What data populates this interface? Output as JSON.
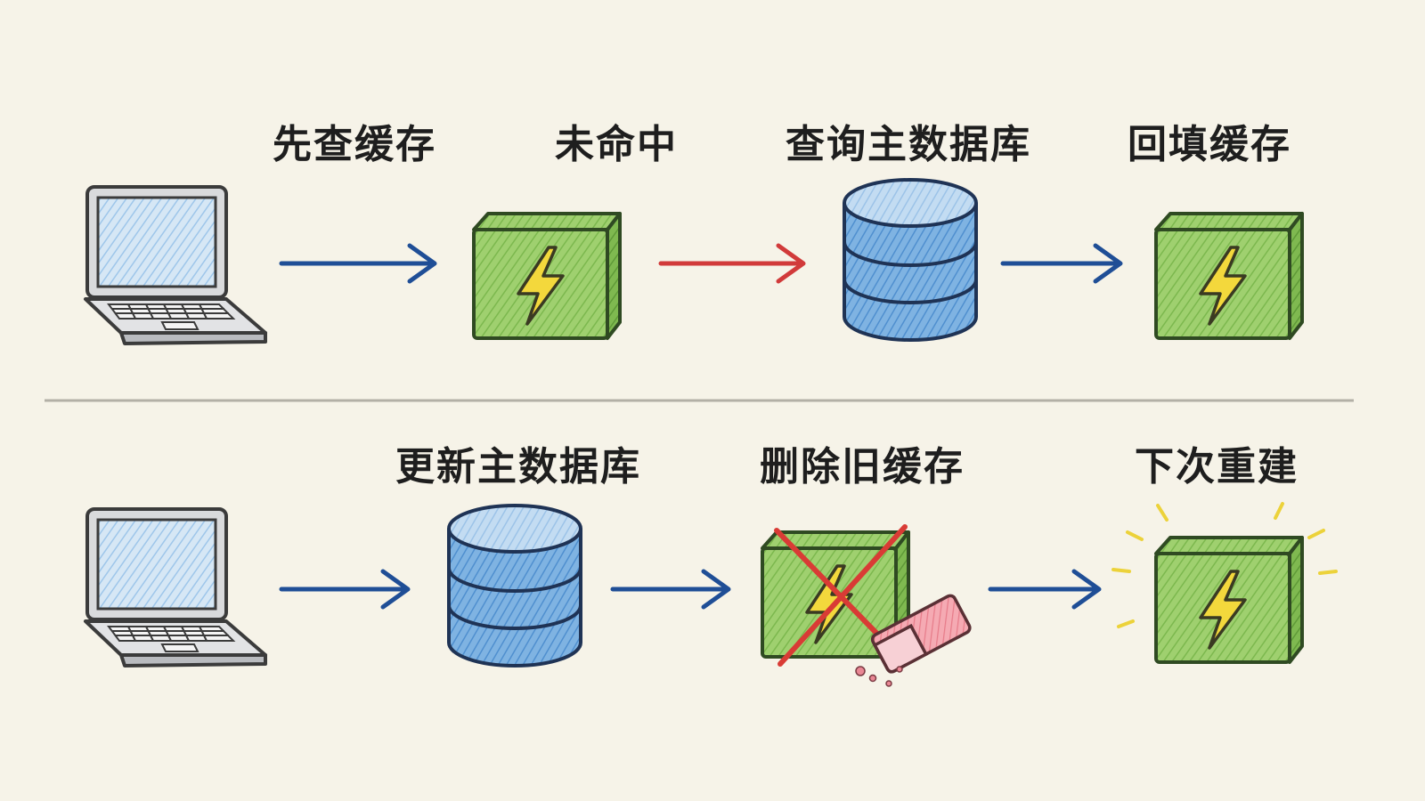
{
  "colors": {
    "background": "#f6f3e8",
    "arrow_blue": "#1f4e96",
    "arrow_red": "#d13a3a",
    "cache_green": "#86c25a",
    "database_blue": "#5f9fd8",
    "bolt_yellow": "#f2d73a",
    "eraser_pink": "#ee8d99",
    "cross_red": "#d93b35"
  },
  "read_path": {
    "steps": [
      {
        "label": "先查缓存",
        "icon": "laptop-icon"
      },
      {
        "label": "未命中",
        "icon": "cache-icon"
      },
      {
        "label": "查询主数据库",
        "icon": "database-icon"
      },
      {
        "label": "回填缓存",
        "icon": "cache-icon"
      }
    ]
  },
  "write_path": {
    "steps": [
      {
        "label": "更新主数据库",
        "icon": "database-icon"
      },
      {
        "label": "删除旧缓存",
        "icon": "crossed-cache-icon"
      },
      {
        "label": "下次重建",
        "icon": "glowing-cache-icon"
      }
    ]
  }
}
